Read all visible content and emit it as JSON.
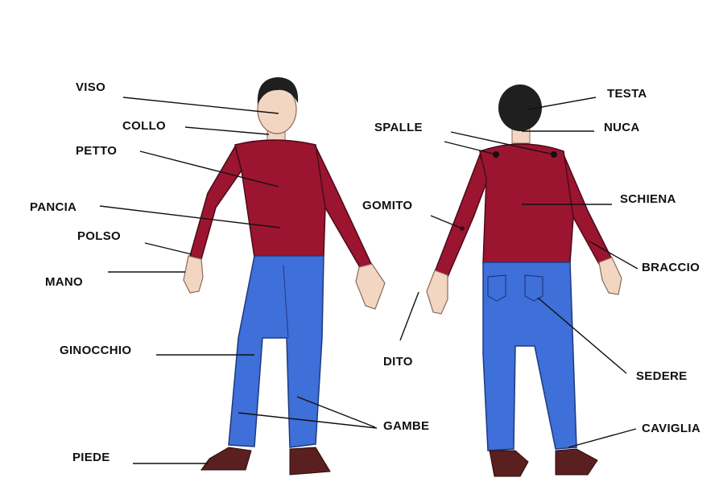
{
  "colors": {
    "background": "#ffffff",
    "skin": "#f3d6c2",
    "shirt": "#9b1530",
    "jeans": "#3f6fd8",
    "hair": "#1f1f1f",
    "shoes": "#5a1f1f",
    "text": "#111111"
  },
  "labels": {
    "viso": "VISO",
    "collo": "COLLO",
    "petto": "PETTO",
    "pancia": "PANCIA",
    "polso": "POLSO",
    "mano": "MANO",
    "ginocchio": "GINOCCHIO",
    "piede": "PIEDE",
    "gambe": "GAMBE",
    "dito": "DITO",
    "gomito": "GOMITO",
    "spalle": "SPALLE",
    "testa": "TESTA",
    "nuca": "NUCA",
    "schiena": "SCHIENA",
    "braccio": "BRACCIO",
    "sedere": "SEDERE",
    "caviglia": "CAVIGLIA"
  }
}
